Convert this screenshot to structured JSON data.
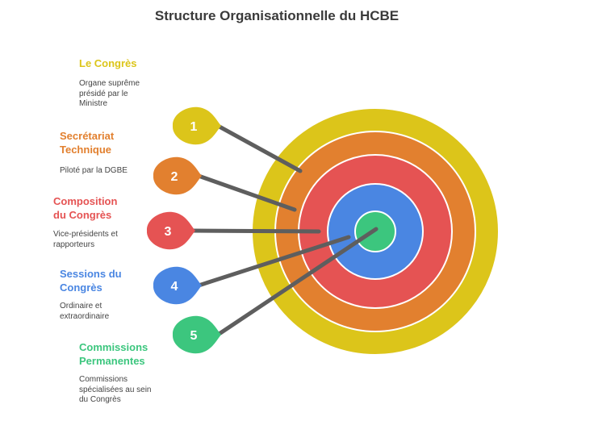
{
  "title": "Structure Organisationnelle du HCBE",
  "items": [
    {
      "number": "1",
      "title_lines": [
        "Le Congrès"
      ],
      "desc_lines": [
        "Organe suprême",
        "présidé par le",
        "Ministre"
      ],
      "color": "#DCC51A"
    },
    {
      "number": "2",
      "title_lines": [
        "Secrétariat",
        "Technique"
      ],
      "desc_lines": [
        "Piloté par la DGBE"
      ],
      "color": "#E2802F"
    },
    {
      "number": "3",
      "title_lines": [
        "Composition",
        "du Congrès"
      ],
      "desc_lines": [
        "Vice-présidents et",
        "rapporteurs"
      ],
      "color": "#E55353"
    },
    {
      "number": "4",
      "title_lines": [
        "Sessions du",
        "Congrès"
      ],
      "desc_lines": [
        "Ordinaire et",
        "extraordinaire"
      ],
      "color": "#4A86E2"
    },
    {
      "number": "5",
      "title_lines": [
        "Commissions",
        "Permanentes"
      ],
      "desc_lines": [
        "Commissions",
        "spécialisées au sein",
        "du Congrès"
      ],
      "color": "#3CC67E"
    }
  ],
  "arrow_color": "#5E5E5E"
}
